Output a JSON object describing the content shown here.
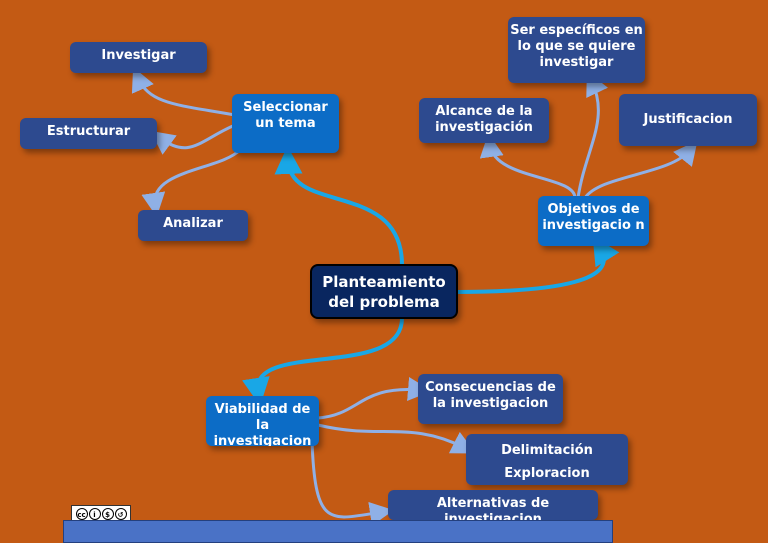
{
  "colors": {
    "background": "#c35a14",
    "link": "#8fb0e6",
    "main_link": "#19a7e6",
    "dark_node": "#2d4a8f",
    "blue_node": "#0c6cc6",
    "root_node": "#09265f"
  },
  "root": {
    "label": "Planteamiento del problema"
  },
  "nodes": {
    "seleccionar": "Seleccionar un tema",
    "investigar": "Investigar",
    "estructurar": "Estructurar",
    "analizar": "Analizar",
    "objetivos": "Objetivos de investigacio n",
    "alcance": "Alcance de la investigación",
    "especificos": "Ser específicos en lo que se quiere investigar",
    "justificacion": "Justificacion",
    "viabilidad": "Viabilidad de la investigacion",
    "consecuencias": "Consecuencias de la investigacion",
    "delimitacion": "Delimitación",
    "exploracion": "Exploracion",
    "alternativas": "Alternativas de investigacion"
  },
  "license": {
    "icon": "creative-commons-icon",
    "text": "cc"
  }
}
